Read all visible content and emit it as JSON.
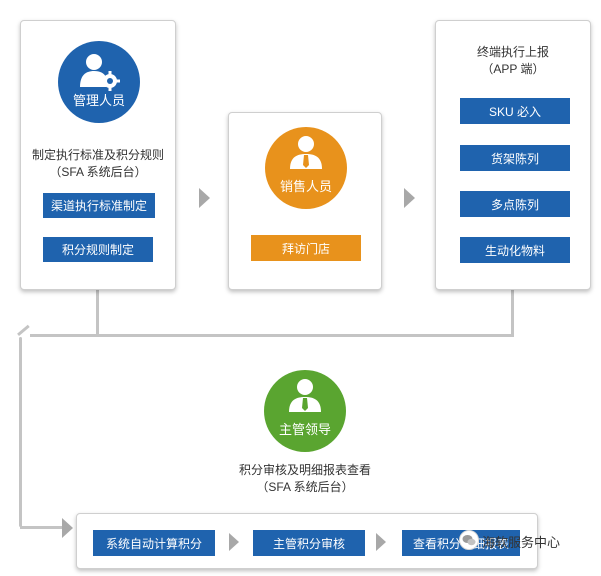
{
  "colors": {
    "blue": "#1f63ae",
    "orange": "#e8921c",
    "green": "#5aa530",
    "grey": "#a8a8a8"
  },
  "manager": {
    "role": "管理人员",
    "title_line1": "制定执行标准及积分规则",
    "title_line2": "（SFA 系统后台）",
    "buttons": [
      "渠道执行标准制定",
      "积分规则制定"
    ]
  },
  "sales": {
    "role": "销售人员",
    "button": "拜访门店"
  },
  "terminal": {
    "title_line1": "终端执行上报",
    "title_line2": "（APP 端）",
    "buttons": [
      "SKU 必入",
      "货架陈列",
      "多点陈列",
      "生动化物料"
    ]
  },
  "supervisor": {
    "role": "主管领导",
    "title_line1": "积分审核及明细报表查看",
    "title_line2": "（SFA 系统后台）"
  },
  "bottom": {
    "buttons": [
      "系统自动计算积分",
      "主管积分审核",
      "查看积分明细报表"
    ]
  },
  "watermark": "海软服务中心",
  "icons": [
    "manager-gear-icon",
    "salesperson-tie-icon",
    "supervisor-tie-icon",
    "wechat-icon"
  ]
}
